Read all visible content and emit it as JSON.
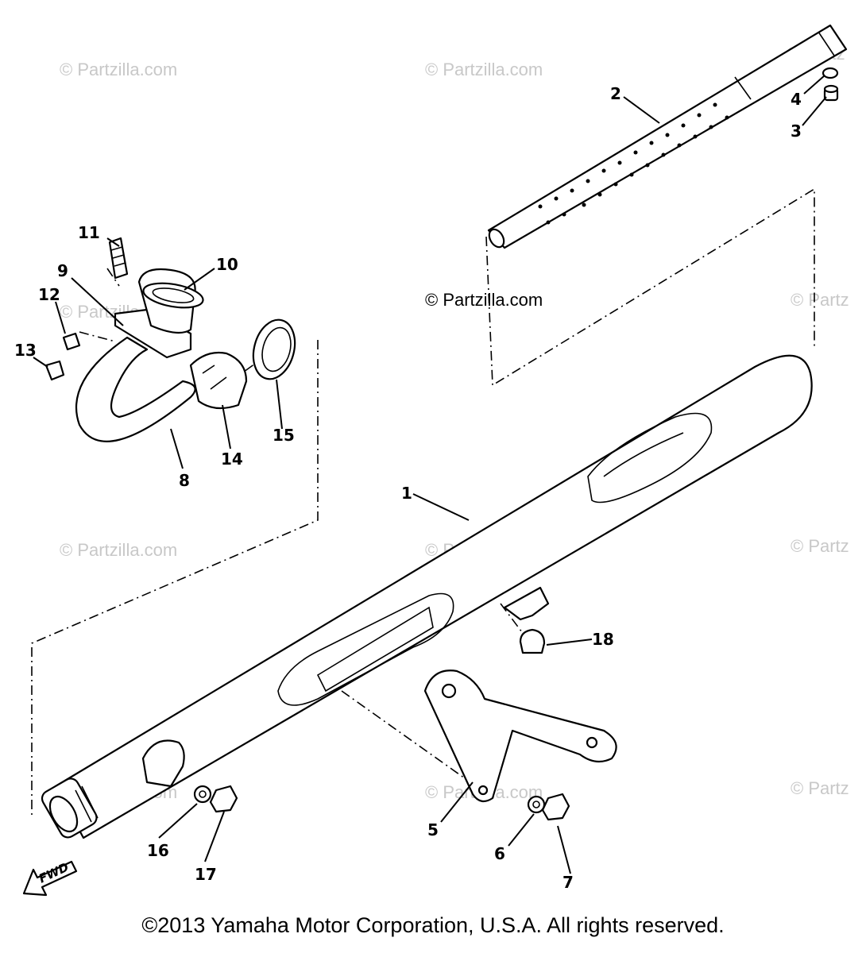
{
  "watermark": "© Partzilla.com",
  "watermark_partial": "© Partz",
  "fwd_label": "FWD",
  "copyright": "©2013 Yamaha Motor Corporation, U.S.A. All rights reserved.",
  "callouts": [
    "1",
    "2",
    "3",
    "4",
    "5",
    "6",
    "7",
    "8",
    "9",
    "10",
    "11",
    "12",
    "13",
    "14",
    "15",
    "16",
    "17",
    "18"
  ]
}
